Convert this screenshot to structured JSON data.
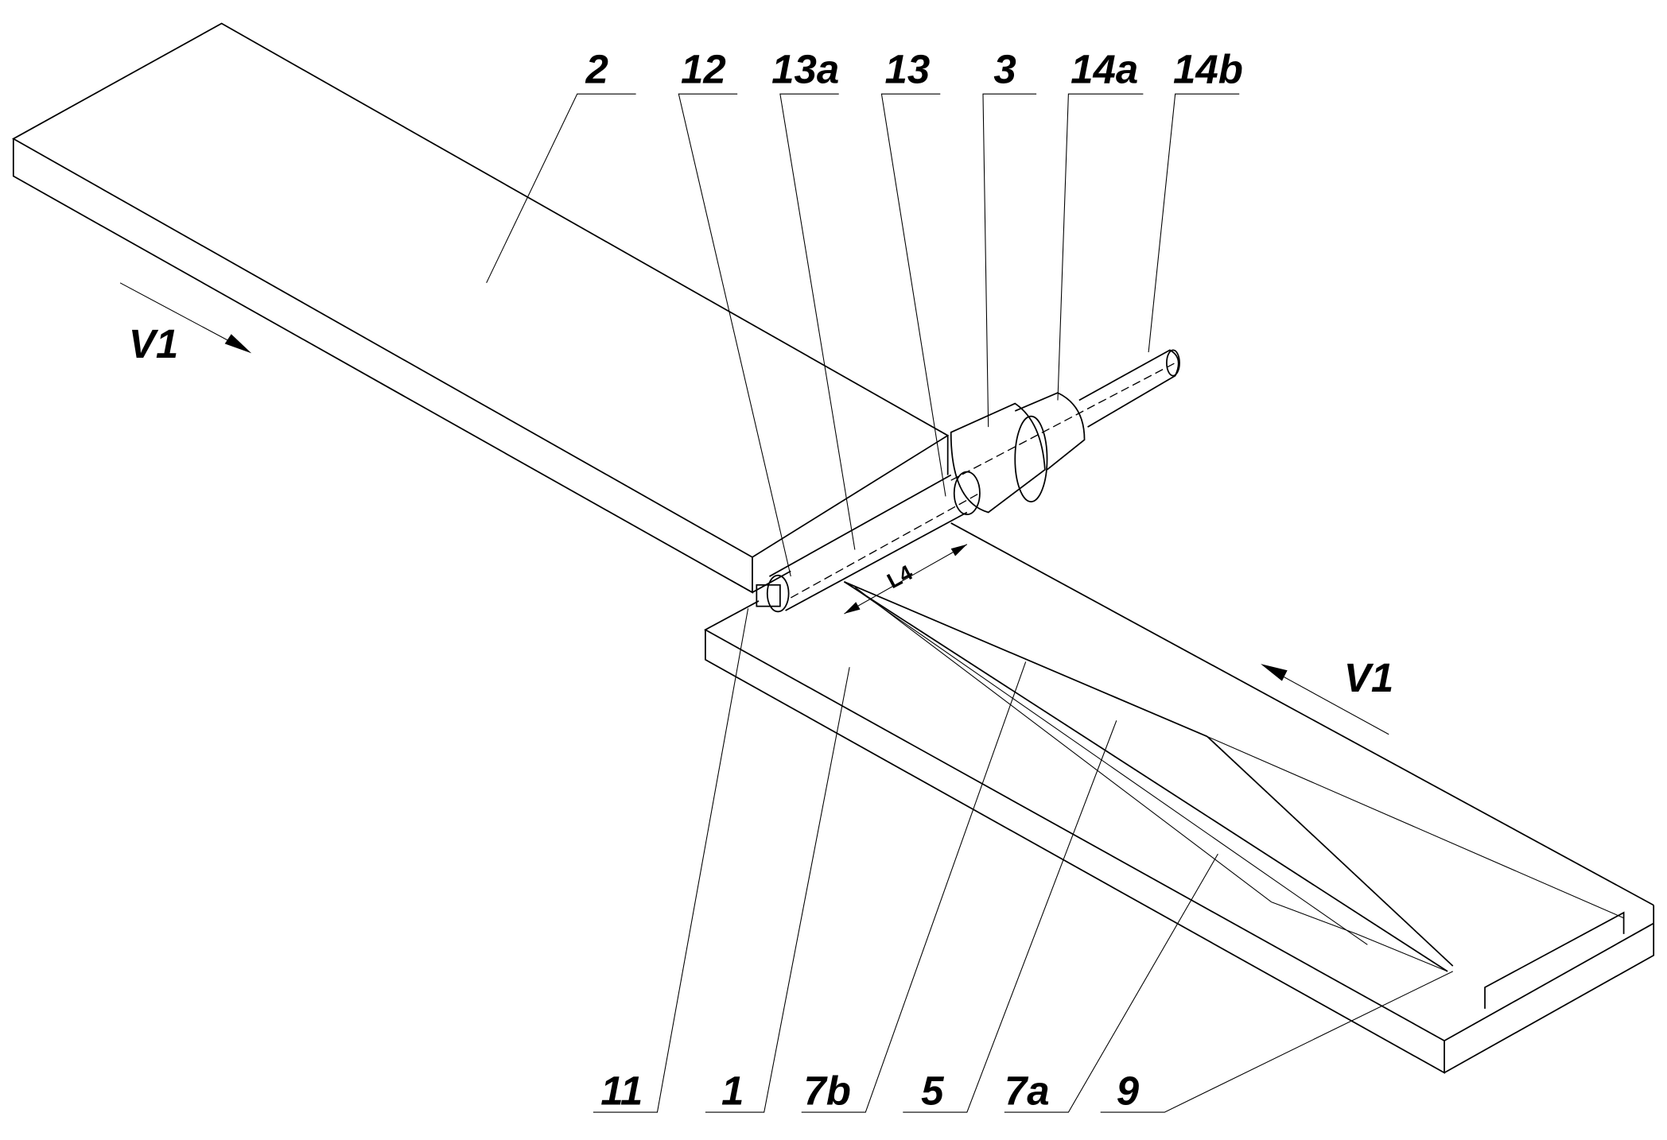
{
  "figure": {
    "top_labels": [
      "2",
      "12",
      "13a",
      "13",
      "3",
      "14a",
      "14b"
    ],
    "bottom_labels": [
      "11",
      "1",
      "7b",
      "5",
      "7a",
      "9"
    ],
    "velocity_label_left": "V1",
    "velocity_label_right": "V1",
    "dimension_label": "L4"
  }
}
